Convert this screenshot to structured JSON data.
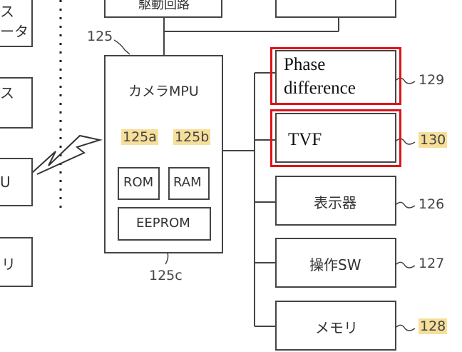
{
  "top_blocks": {
    "left_label": "駆動回路",
    "right_label": ""
  },
  "left_column": {
    "item1": "ス\nータ",
    "item2": "ス",
    "item3": "U",
    "item4": "リ"
  },
  "camera_mpu": {
    "ref": "125",
    "title": "カメラMPU",
    "rom_ref": "125a",
    "ram_ref": "125b",
    "rom": "ROM",
    "ram": "RAM",
    "eeprom": "EEPROM",
    "eeprom_ref": "125c"
  },
  "right_blocks": [
    {
      "label": "Phase\ndifference",
      "ref": "129",
      "highlight_box": true,
      "highlight_ref": false
    },
    {
      "label": "TVF",
      "ref": "130",
      "highlight_box": true,
      "highlight_ref": true
    },
    {
      "label": "表示器",
      "ref": "126",
      "highlight_box": false,
      "highlight_ref": false
    },
    {
      "label": "操作SW",
      "ref": "127",
      "highlight_box": false,
      "highlight_ref": false
    },
    {
      "label": "メモリ",
      "ref": "128",
      "highlight_box": false,
      "highlight_ref": true
    }
  ],
  "colors": {
    "highlight_bg": "#f7df9a",
    "red_frame": "#e0121b",
    "line": "#444444"
  }
}
